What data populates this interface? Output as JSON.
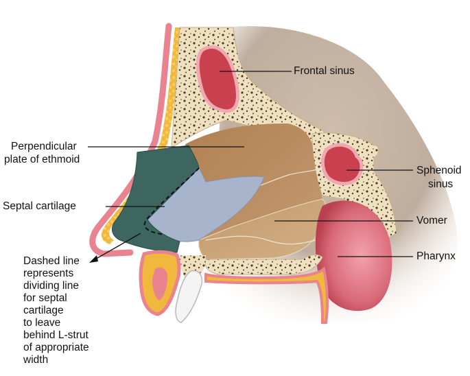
{
  "labels": {
    "frontal_sinus": "Frontal sinus",
    "perpendicular_plate_line1": "Perpendicular",
    "perpendicular_plate_line2": "plate of ethmoid",
    "sphenoid_sinus_line1": "Sphenoid",
    "sphenoid_sinus_line2": "sinus",
    "septal_cartilage": "Septal cartilage",
    "vomer": "Vomer",
    "pharynx": "Pharynx",
    "dashed_line_note": [
      "Dashed line",
      "represents",
      "dividing line",
      "for septal",
      "cartilage",
      "to leave",
      "behind L-strut",
      "of appropriate",
      "width"
    ]
  },
  "colors": {
    "bone": "#efe0c0",
    "bone_pore": "#4a3a2a",
    "fat": "#f1b83e",
    "skin": "#e8838f",
    "sinus_cavity": "#c9414f",
    "ethmoid_plate": "#b98b5c",
    "vomer": "#c9a67a",
    "septal_cartilage": "#a8b4cc",
    "l_strut": "#3d6660",
    "pharynx": "#d96a78",
    "background_shade": "#8a6a4e",
    "leader_line": "#111111"
  }
}
